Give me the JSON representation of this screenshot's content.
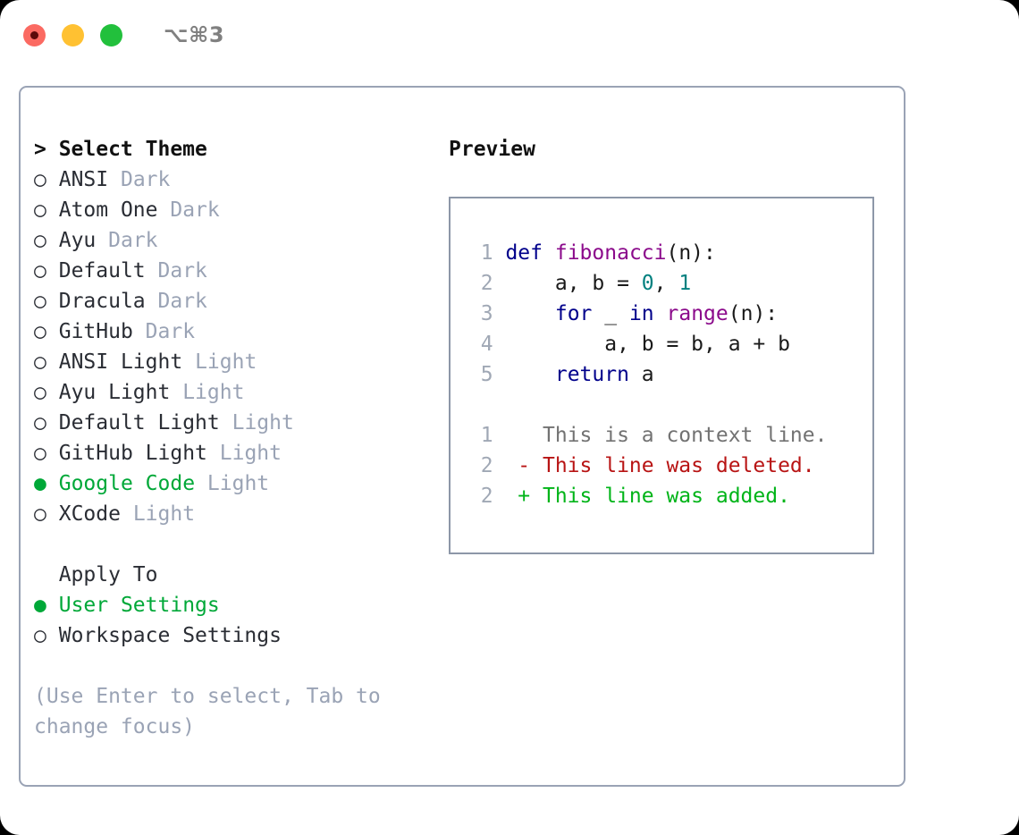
{
  "titlebar": {
    "shortcut": "⌥⌘3",
    "lights": [
      {
        "name": "close",
        "color": "#fb6a62"
      },
      {
        "name": "minimize",
        "color": "#ffc132"
      },
      {
        "name": "maximize",
        "color": "#22c03c"
      }
    ]
  },
  "theme_panel": {
    "heading": "> Select Theme",
    "bullet_unselected": "○",
    "bullet_selected": "●",
    "items": [
      {
        "bullet": "○",
        "name": "ANSI",
        "kind": "Dark",
        "selected": false
      },
      {
        "bullet": "○",
        "name": "Atom One",
        "kind": "Dark",
        "selected": false
      },
      {
        "bullet": "○",
        "name": "Ayu",
        "kind": "Dark",
        "selected": false
      },
      {
        "bullet": "○",
        "name": "Default",
        "kind": "Dark",
        "selected": false
      },
      {
        "bullet": "○",
        "name": "Dracula",
        "kind": "Dark",
        "selected": false
      },
      {
        "bullet": "○",
        "name": "GitHub",
        "kind": "Dark",
        "selected": false
      },
      {
        "bullet": "○",
        "name": "ANSI Light",
        "kind": "Light",
        "selected": false
      },
      {
        "bullet": "○",
        "name": "Ayu Light",
        "kind": "Light",
        "selected": false
      },
      {
        "bullet": "○",
        "name": "Default Light",
        "kind": "Light",
        "selected": false
      },
      {
        "bullet": "○",
        "name": "GitHub Light",
        "kind": "Light",
        "selected": false
      },
      {
        "bullet": "●",
        "name": "Google Code",
        "kind": "Light",
        "selected": true
      },
      {
        "bullet": "○",
        "name": "XCode",
        "kind": "Light",
        "selected": false
      }
    ]
  },
  "apply_to": {
    "heading": "Apply To",
    "options": [
      {
        "bullet": "●",
        "label": "User Settings",
        "selected": true
      },
      {
        "bullet": "○",
        "label": "Workspace Settings",
        "selected": false
      }
    ]
  },
  "hint": "(Use Enter to select, Tab to change focus)",
  "preview": {
    "heading": "Preview",
    "code_lines": [
      {
        "lineno": "1",
        "tokens": [
          {
            "t": "def",
            "c": "kw"
          },
          {
            "t": " ",
            "c": "pl"
          },
          {
            "t": "fibonacci",
            "c": "fn"
          },
          {
            "t": "(n):",
            "c": "pl"
          }
        ]
      },
      {
        "lineno": "2",
        "tokens": [
          {
            "t": "    a, b = ",
            "c": "pl"
          },
          {
            "t": "0",
            "c": "num"
          },
          {
            "t": ", ",
            "c": "pl"
          },
          {
            "t": "1",
            "c": "num"
          }
        ]
      },
      {
        "lineno": "3",
        "tokens": [
          {
            "t": "    ",
            "c": "pl"
          },
          {
            "t": "for",
            "c": "kw"
          },
          {
            "t": " _ ",
            "c": "pl"
          },
          {
            "t": "in",
            "c": "kw"
          },
          {
            "t": " ",
            "c": "pl"
          },
          {
            "t": "range",
            "c": "fn"
          },
          {
            "t": "(n):",
            "c": "pl"
          }
        ]
      },
      {
        "lineno": "4",
        "tokens": [
          {
            "t": "        a, b = b, a + b",
            "c": "pl"
          }
        ]
      },
      {
        "lineno": "5",
        "tokens": [
          {
            "t": "    ",
            "c": "pl"
          },
          {
            "t": "return",
            "c": "kw"
          },
          {
            "t": " a",
            "c": "pl"
          }
        ]
      }
    ],
    "diff_lines": [
      {
        "lineno": "1",
        "marker": " ",
        "text": "This is a context line.",
        "kind": "d-ctx"
      },
      {
        "lineno": "2",
        "marker": "-",
        "text": "This line was deleted.",
        "kind": "d-del"
      },
      {
        "lineno": "2",
        "marker": "+",
        "text": "This line was added.",
        "kind": "d-add"
      }
    ]
  },
  "colors": {
    "accent_green": "#00a838",
    "muted": "#9aa3b5",
    "keyword": "#00008b",
    "function": "#8b0a8b",
    "number": "#00807f",
    "diff_added": "#00b418",
    "diff_deleted": "#b81414",
    "border": "#9aa3b5"
  }
}
